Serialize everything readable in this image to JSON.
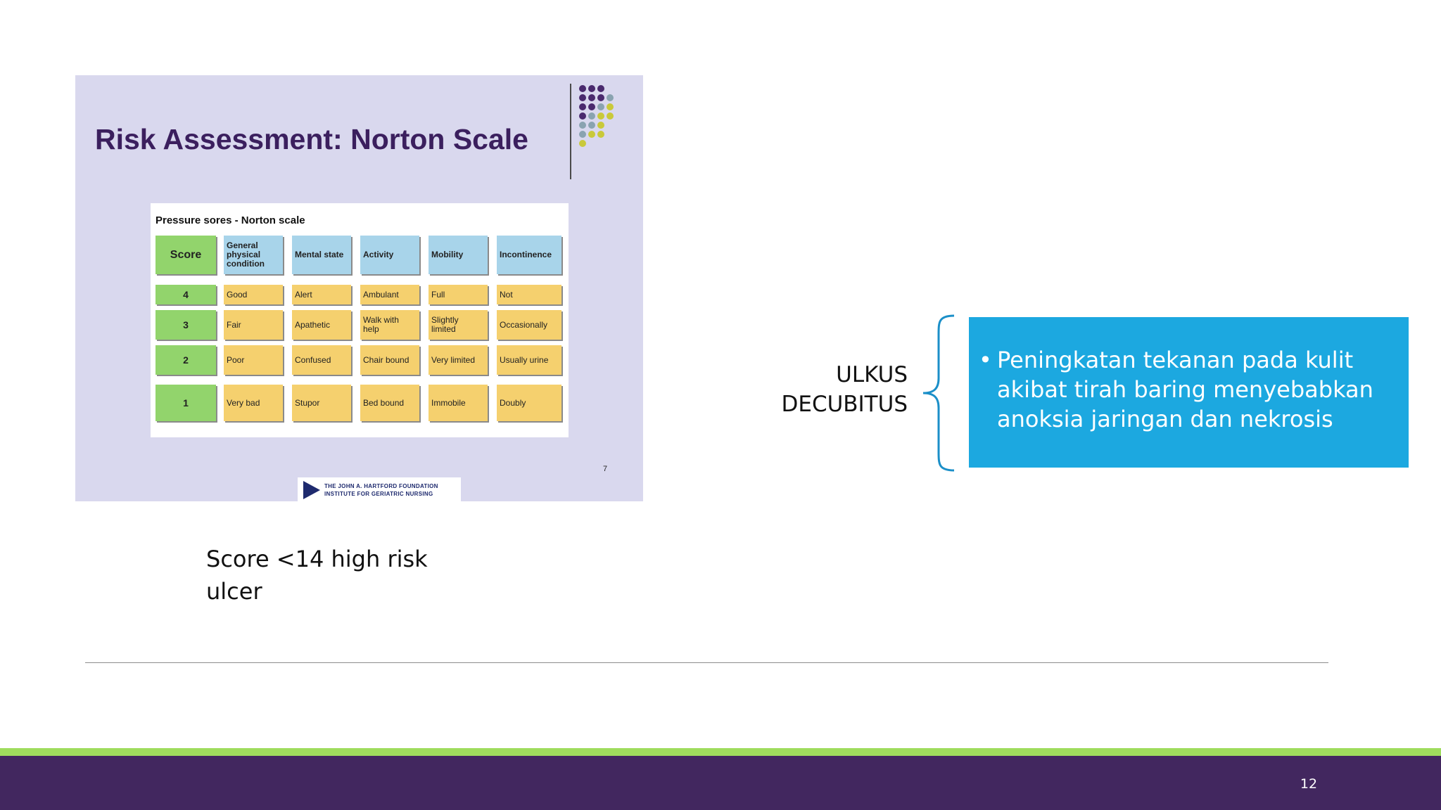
{
  "embedded_slide": {
    "title": "Risk Assessment: Norton Scale",
    "page_number": "7",
    "foundation_logo": {
      "line1": "THE JOHN A. HARTFORD FOUNDATION",
      "line2": "INSTITUTE FOR GERIATRIC NURSING"
    },
    "dot_colors": [
      "#4a2a6e",
      "#8aa3b0",
      "#c9c93a"
    ],
    "table": {
      "caption": "Pressure sores - Norton scale",
      "headers": [
        "Score",
        "General physical condition",
        "Mental state",
        "Activity",
        "Mobility",
        "Incontinence"
      ],
      "rows": [
        [
          "4",
          "Good",
          "Alert",
          "Ambulant",
          "Full",
          "Not"
        ],
        [
          "3",
          "Fair",
          "Apathetic",
          "Walk with help",
          "Slightly limited",
          "Occasionally"
        ],
        [
          "2",
          "Poor",
          "Confused",
          "Chair bound",
          "Very limited",
          "Usually urine"
        ],
        [
          "1",
          "Very bad",
          "Stupor",
          "Bed bound",
          "Immobile",
          "Doubly"
        ]
      ],
      "colors": {
        "header": "#a8d4ea",
        "score": "#92d46c",
        "body": "#f5d06e"
      }
    }
  },
  "score_note": "Score <14 high risk ulcer",
  "ulkus_label": "ULKUS DECUBITUS",
  "definition_box": {
    "color": "#1ca8e0",
    "bullet": "Peningkatan tekanan pada kulit akibat tirah baring menyebabkan anoksia jaringan dan nekrosis"
  },
  "footer": {
    "page_number": "12",
    "bar_color": "#42275f",
    "strip_color": "#9fdc5d"
  }
}
